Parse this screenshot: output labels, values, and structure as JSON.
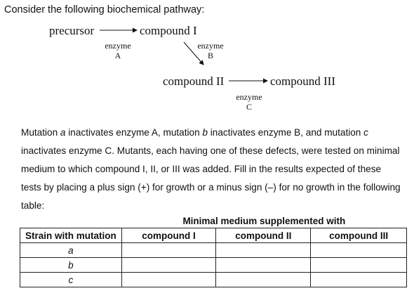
{
  "intro": "Consider the following biochemical pathway:",
  "pathway": {
    "precursor": "precursor",
    "compound1": "compound I",
    "compound2": "compound II",
    "compound3": "compound III",
    "enzyme_a_word": "enzyme",
    "enzyme_a_letter": "A",
    "enzyme_b_word": "enzyme",
    "enzyme_b_letter": "B",
    "enzyme_c_word": "enzyme",
    "enzyme_c_letter": "C"
  },
  "paragraph": {
    "p1": "Mutation ",
    "a": "a",
    "p2": " inactivates enzyme A, mutation ",
    "b": "b",
    "p3": " inactivates enzyme B, and mutation ",
    "c": "c",
    "p4": " inactivates enzyme C. Mutants, each having one of these defects, were tested on minimal medium to which compound I, II, or III was added. Fill in the results expected of these tests by placing a plus sign (+) for growth or a minus sign (–) for no growth in the following table:"
  },
  "table": {
    "supplement_header": "Minimal medium supplemented with",
    "strain_header": "Strain with mutation",
    "columns": [
      "compound I",
      "compound II",
      "compound III"
    ],
    "rows": [
      "a",
      "b",
      "c"
    ]
  }
}
